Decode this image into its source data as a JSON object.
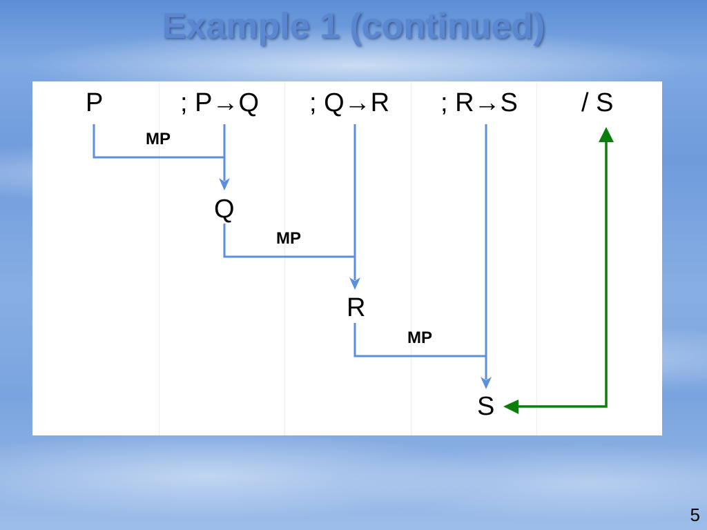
{
  "slide": {
    "title": "Example 1 (continued)",
    "page_number": "5"
  },
  "header_row": {
    "premise_1": "P",
    "premise_2": "; P→Q",
    "premise_3": "; Q→R",
    "premise_4": "; R→S",
    "conclusion": "/ S"
  },
  "derivation": {
    "step_1": {
      "rule": "MP",
      "result": "Q"
    },
    "step_2": {
      "rule": "MP",
      "result": "R"
    },
    "step_3": {
      "rule": "MP",
      "result": "S"
    }
  },
  "colors": {
    "title": "#5b86d0",
    "derivation_line": "#5b8ede",
    "conclusion_arrow": "#0a7d0a",
    "panel": "#ffffff"
  }
}
